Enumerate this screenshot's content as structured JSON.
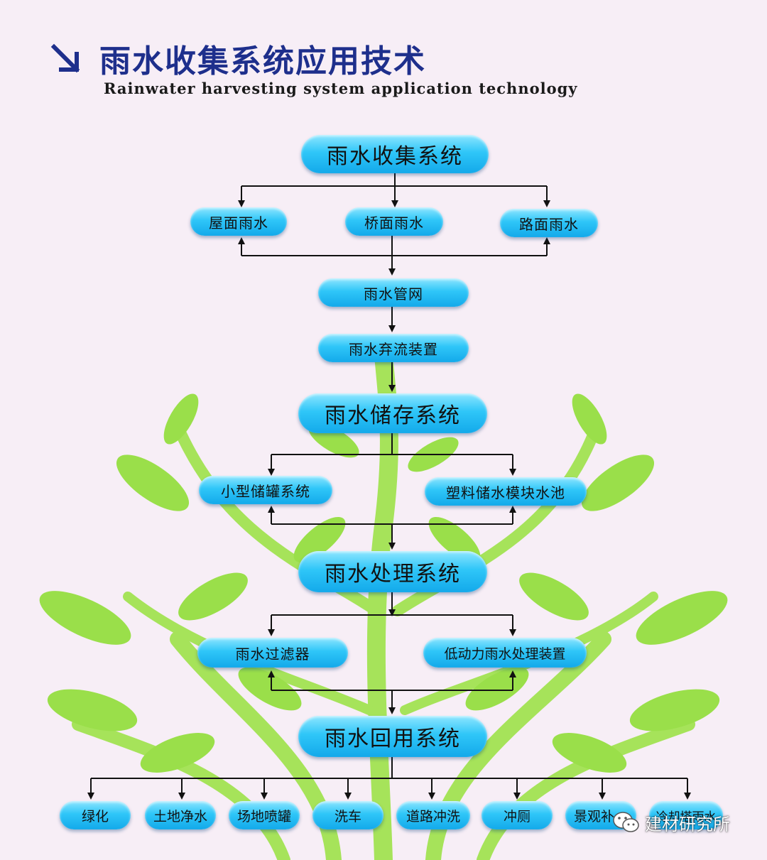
{
  "title": "雨水收集系统应用技术",
  "subtitle": "Rainwater harvesting system application technology",
  "nodes": {
    "collection": "雨水收集系统",
    "roof": "屋面雨水",
    "bridge": "桥面雨水",
    "road": "路面雨水",
    "pipe_network": "雨水管网",
    "diverter": "雨水弃流装置",
    "storage": "雨水储存系统",
    "small_tank": "小型储罐系统",
    "plastic_module": "塑料储水模块水池",
    "treatment": "雨水处理系统",
    "filter": "雨水过滤器",
    "low_power": "低动力雨水处理装置",
    "reuse": "雨水回用系统",
    "greening": "绿化",
    "soil_purify": "土地净水",
    "site_spray": "场地喷罐",
    "car_wash": "洗车",
    "road_flush": "道路冲洗",
    "toilet": "冲厕",
    "landscape": "景观补",
    "cooling": "冷却塔雨水"
  },
  "watermark": "建材研究所",
  "colors": {
    "node_top": "#8ee6ff",
    "node_bottom": "#13a9ea",
    "title": "#1e2f8c",
    "leaf": "#9adf4a",
    "background": "#f7eef6"
  },
  "icons": {
    "header": "arrow-down-right-icon",
    "watermark": "wechat-icon"
  }
}
